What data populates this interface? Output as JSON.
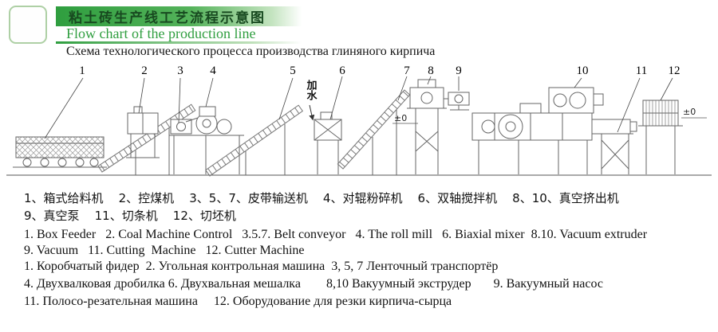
{
  "header": {
    "title_zh": "粘土砖生产线工艺流程示意图",
    "title_en": "Flow chart of the production line",
    "title_ru": "Схема технологического процесса производства глиняного кирпича"
  },
  "diagram": {
    "labels": [
      "1",
      "2",
      "3",
      "4",
      "5",
      "6",
      "7",
      "8",
      "9",
      "10",
      "11",
      "12"
    ],
    "water_note": "加水",
    "level_mark": "±0"
  },
  "legend": {
    "zh": [
      "1、箱式给料机    2、控煤机    3、5、7、皮带输送机    4、对辊粉碎机    6、双轴搅拌机    8、10、真空挤出机",
      "9、真空泵    11、切条机    12、切坯机"
    ],
    "en": [
      "1. Box Feeder   2. Coal Machine Control   3.5.7. Belt conveyor   4. The roll mill   6. Biaxial mixer  8.10. Vacuum extruder",
      "9. Vacuum   11. Cutting  Machine   12. Cutter Machine"
    ],
    "ru": [
      "1. Коробчатый фидер  2. Угольная контрольная машина  3, 5, 7 Ленточный транспортёр",
      "4. Двухвалковая дробилка 6. Двухвальная мешалка        8,10 Вакуумный экструдер       9. Вакуумный насос",
      "11. Полосо-резательная машина     12. Оборудование для резки кирпича-сырца"
    ]
  }
}
